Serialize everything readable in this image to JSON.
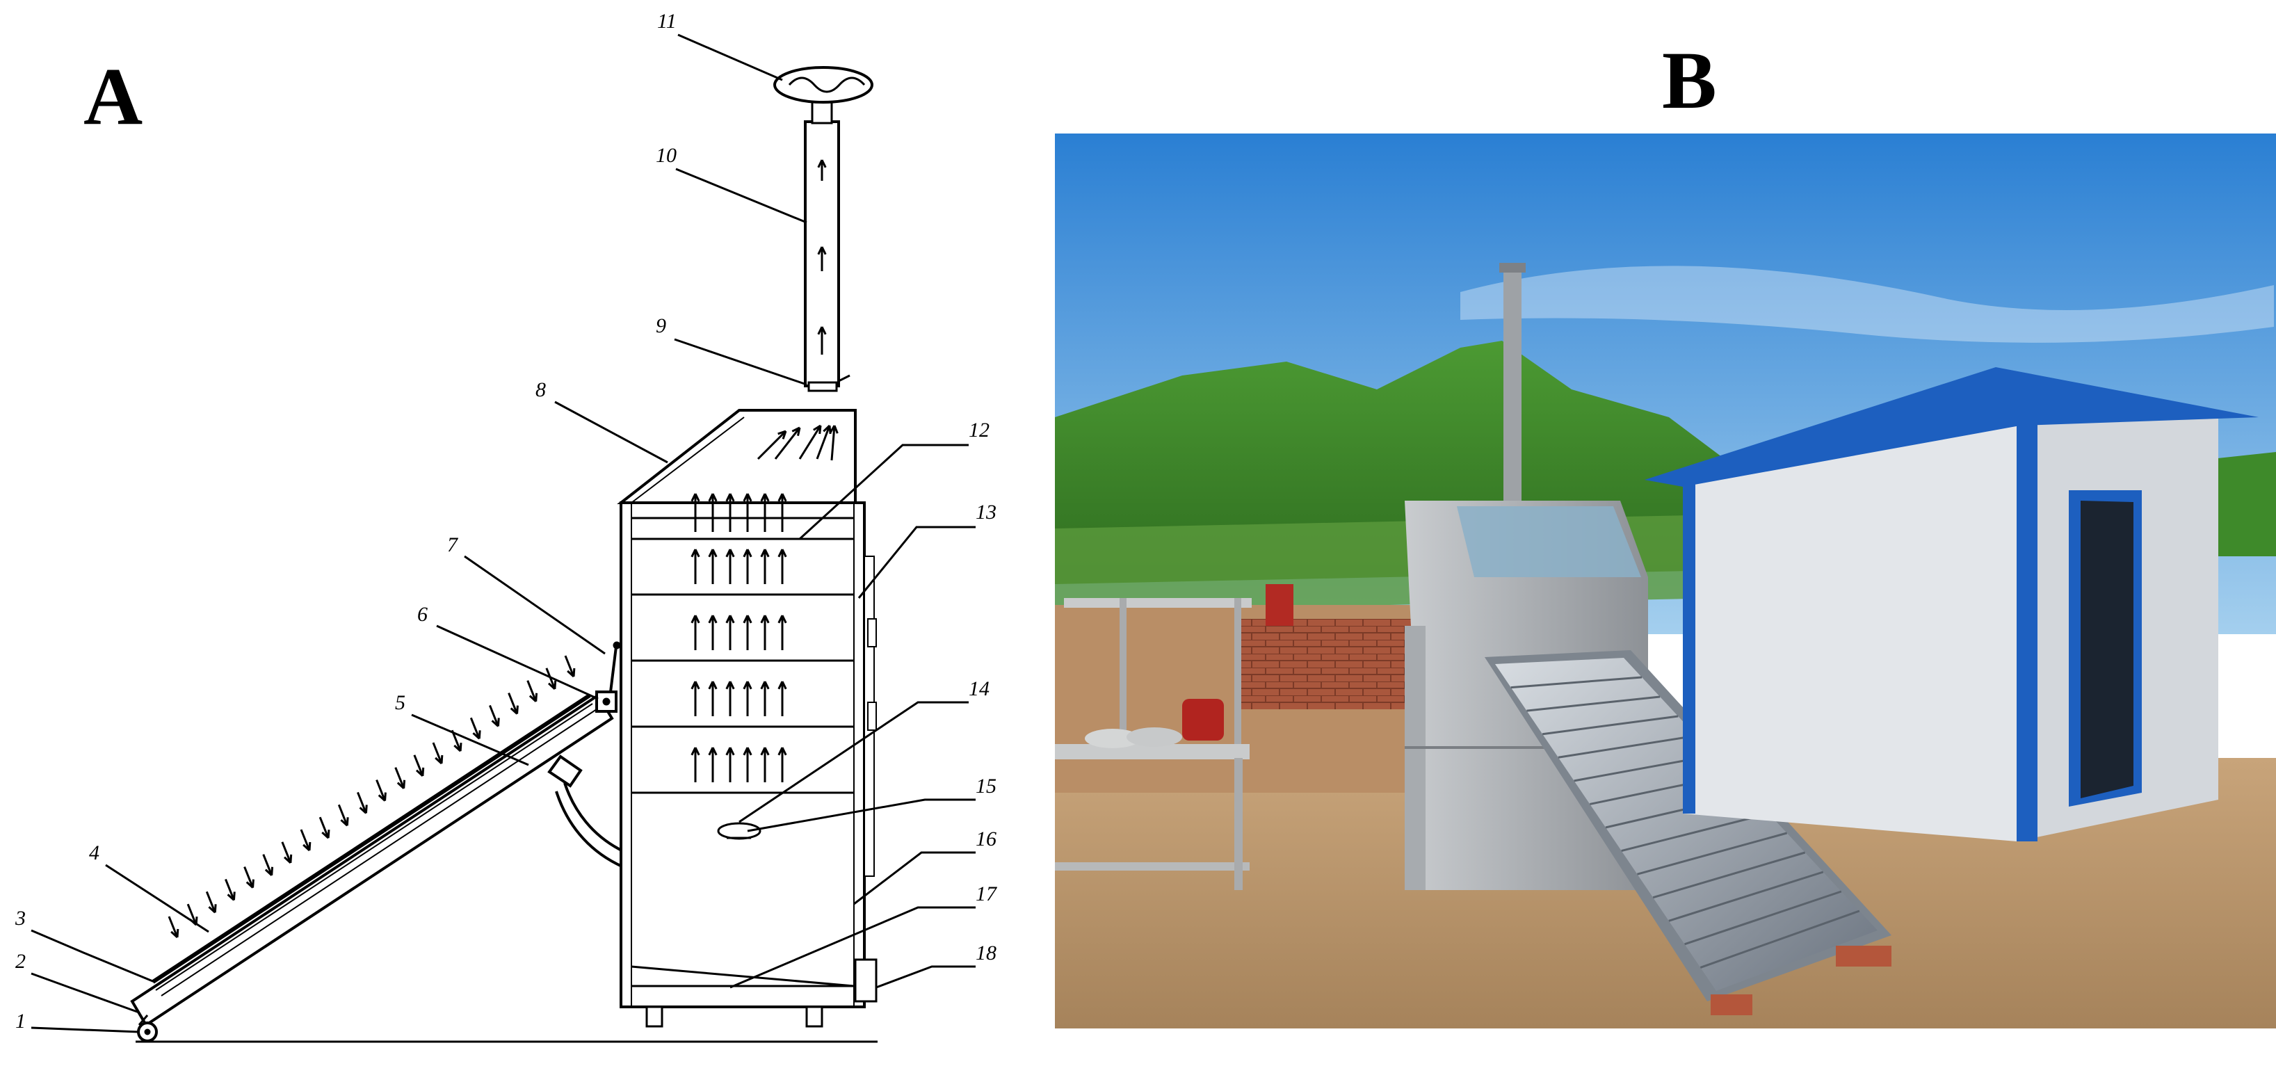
{
  "panels": {
    "a": {
      "letter": "A"
    },
    "b": {
      "letter": "B"
    }
  },
  "callouts": [
    "1",
    "2",
    "3",
    "4",
    "5",
    "6",
    "7",
    "8",
    "9",
    "10",
    "11",
    "12",
    "13",
    "14",
    "15",
    "16",
    "17",
    "18"
  ],
  "colors": {
    "line": "#000000",
    "sky_top": "#2f86d6",
    "sky_bottom": "#8ec3ec",
    "hill": "#3f8a2a",
    "ground": "#c9a67d",
    "shed_wall": "#e4e7ea",
    "shed_trim": "#1d5fbf",
    "brick": "#a5553c",
    "steel": "#b9bcbf"
  }
}
